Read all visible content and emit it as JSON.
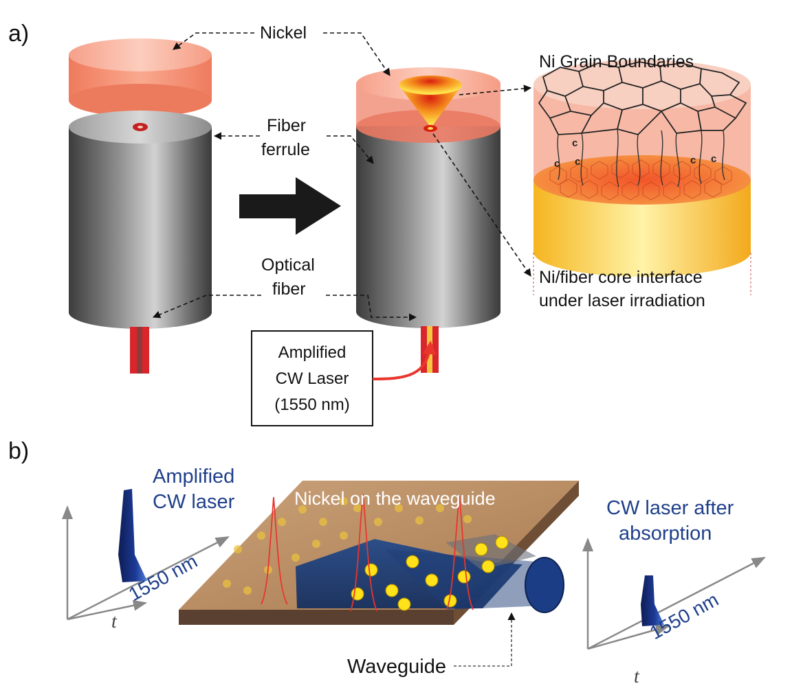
{
  "panel_a": {
    "tag": "a)",
    "nickel": "Nickel",
    "fiber_ferrule_line1": "Fiber",
    "fiber_ferrule_line2": "ferrule",
    "optical_fiber_line1": "Optical",
    "optical_fiber_line2": "fiber",
    "grain_title": "Ni Grain Boundaries",
    "grain_marker": "c",
    "interface_line1": "Ni/fiber core interface",
    "interface_line2": "under laser irradiation",
    "laser_box": [
      "Amplified",
      "CW Laser",
      "(1550  nm)"
    ]
  },
  "panel_b": {
    "tag": "b)",
    "left_line1": "Amplified",
    "left_line2": "CW laser",
    "left_wavelength": "1550 nm",
    "time_axis": "t",
    "nickel_label": "Nickel on the waveguide",
    "right_line1": "CW laser after",
    "right_line2": "absorption",
    "right_wavelength": "1550 nm",
    "waveguide": "Waveguide"
  },
  "colors": {
    "nickel": "#f4a48c",
    "ferrule": "#6a6a6a",
    "laser_arrow": "#e8362c",
    "pulse": "#1a2e7a",
    "label_blue": "#1f3f8a"
  }
}
